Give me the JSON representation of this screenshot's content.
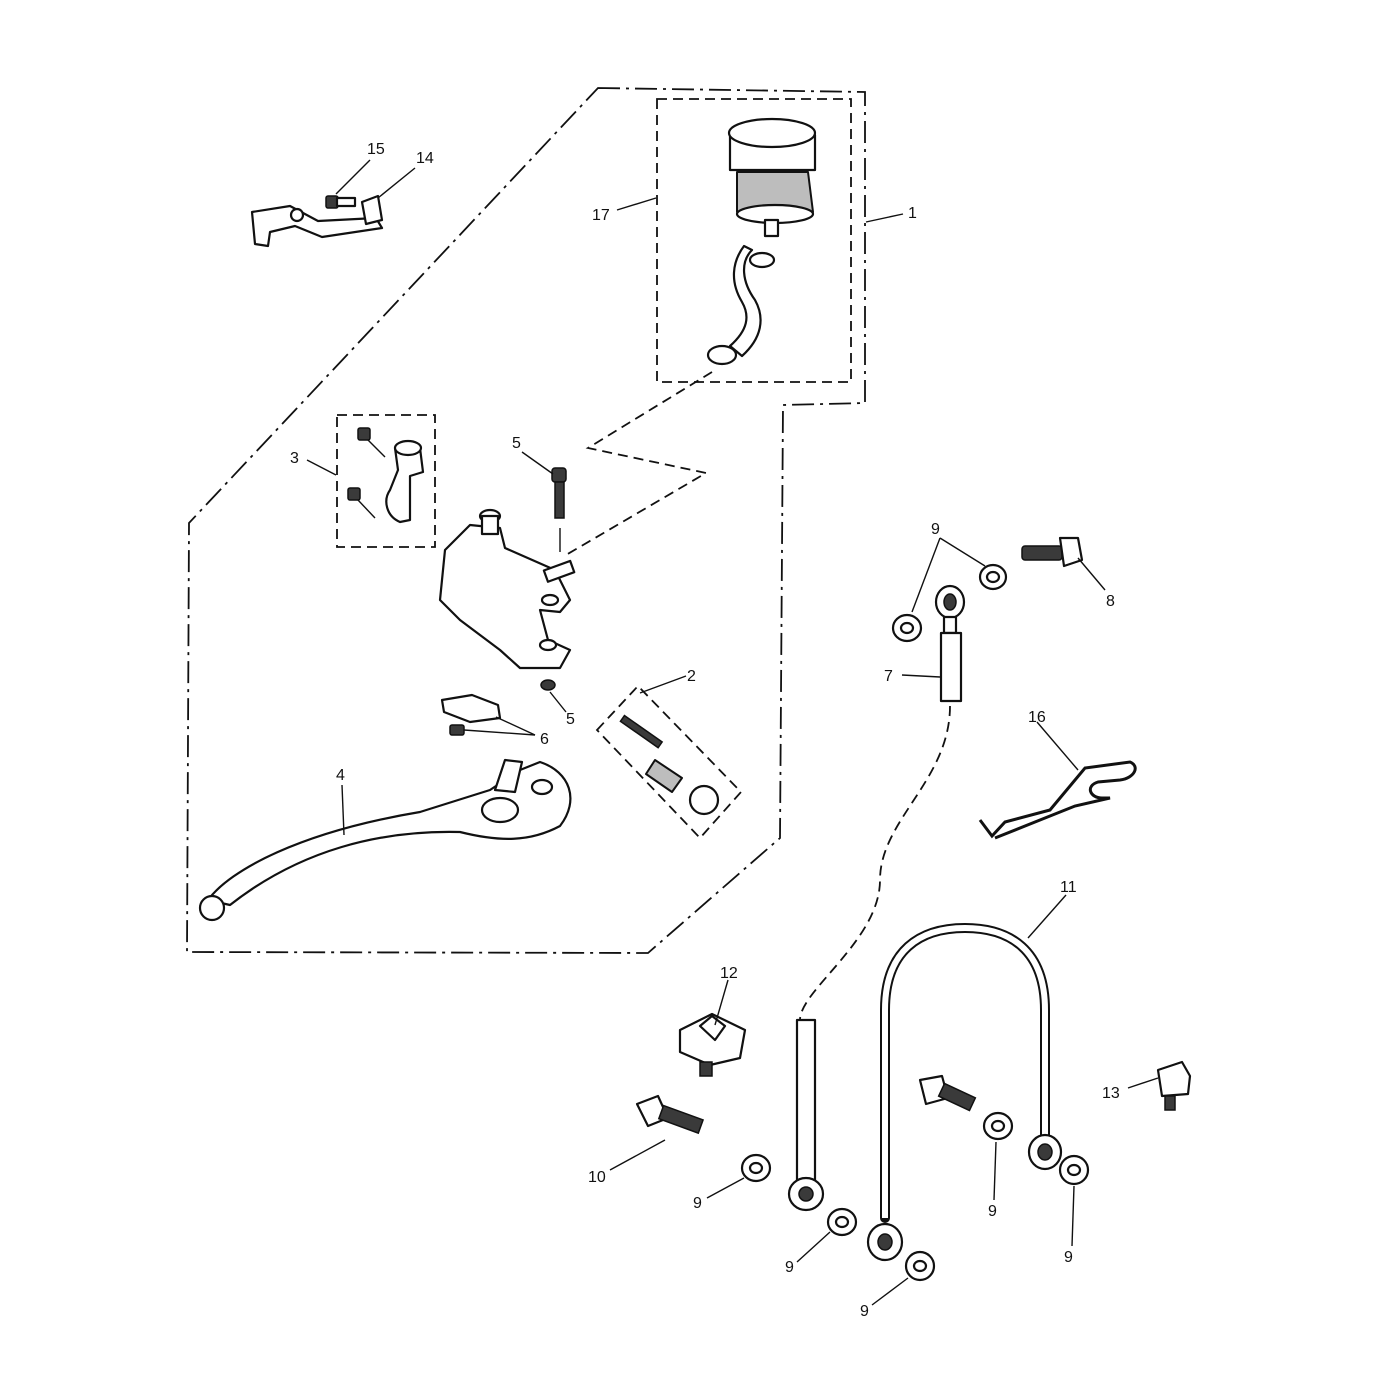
{
  "callouts": [
    {
      "id": "c1",
      "label": "1"
    },
    {
      "id": "c2",
      "label": "2"
    },
    {
      "id": "c3",
      "label": "3"
    },
    {
      "id": "c4",
      "label": "4"
    },
    {
      "id": "c5a",
      "label": "5"
    },
    {
      "id": "c5b",
      "label": "5"
    },
    {
      "id": "c6",
      "label": "6"
    },
    {
      "id": "c7",
      "label": "7"
    },
    {
      "id": "c8",
      "label": "8"
    },
    {
      "id": "c9a",
      "label": "9"
    },
    {
      "id": "c9b",
      "label": "9"
    },
    {
      "id": "c9c",
      "label": "9"
    },
    {
      "id": "c9d",
      "label": "9"
    },
    {
      "id": "c9e",
      "label": "9"
    },
    {
      "id": "c9f",
      "label": "9"
    },
    {
      "id": "c10",
      "label": "10"
    },
    {
      "id": "c11",
      "label": "11"
    },
    {
      "id": "c12",
      "label": "12"
    },
    {
      "id": "c13",
      "label": "13"
    },
    {
      "id": "c14",
      "label": "14"
    },
    {
      "id": "c15",
      "label": "15"
    },
    {
      "id": "c16",
      "label": "16"
    },
    {
      "id": "c17",
      "label": "17"
    }
  ]
}
